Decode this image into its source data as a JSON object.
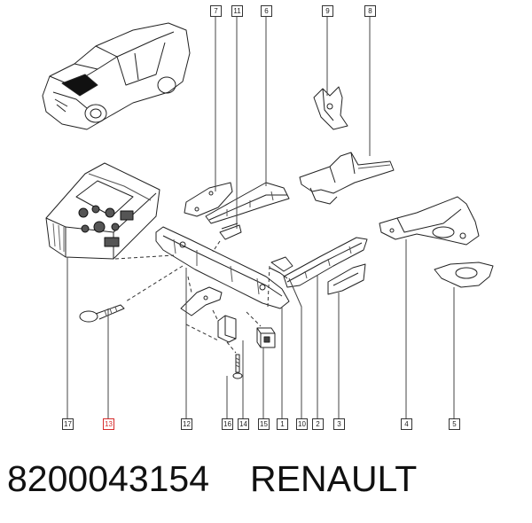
{
  "callouts": {
    "c7": "7",
    "c11": "11",
    "c6": "6",
    "c9": "9",
    "c8": "8",
    "c17": "17",
    "c13": "13",
    "c12": "12",
    "c16": "16",
    "c14": "14",
    "c15": "15",
    "c1": "1",
    "c10": "10",
    "c2": "2",
    "c3": "3",
    "c4": "4",
    "c5": "5"
  },
  "highlight_color": "#d62b2b",
  "caption": {
    "part_number": "8200043154",
    "brand": "RENAULT"
  }
}
